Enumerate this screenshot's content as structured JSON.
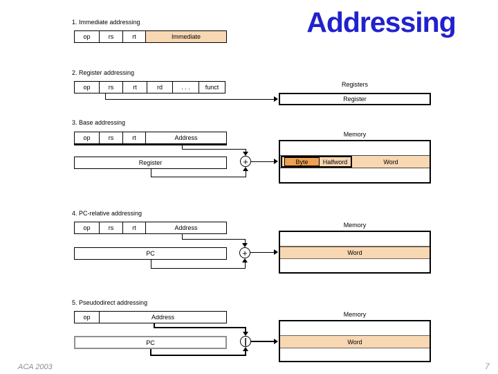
{
  "title": "Addressing",
  "colors": {
    "title_blue": "#2121ce",
    "field_fill_peach": "#f8d7b3",
    "byte_fill_orange": "#efa153"
  },
  "footer": {
    "course": "ACA 2003",
    "page": "7"
  },
  "sections": [
    {
      "label": "1. Immediate addressing",
      "row": {
        "op": "op",
        "rs": "rs",
        "rt": "rt",
        "immediate": "Immediate"
      }
    },
    {
      "label": "2. Register addressing",
      "row": {
        "op": "op",
        "rs": "rs",
        "rt": "rt",
        "rd": "rd",
        "dots": ". . .",
        "funct": "funct"
      },
      "registers_title": "Registers",
      "register_box": "Register"
    },
    {
      "label": "3. Base addressing",
      "row": {
        "op": "op",
        "rs": "rs",
        "rt": "rt",
        "address": "Address"
      },
      "register_box": "Register",
      "operator": "+",
      "memory": {
        "title": "Memory",
        "byte": "Byte",
        "halfword": "Halfword",
        "word": "Word"
      }
    },
    {
      "label": "4. PC-relative addressing",
      "row": {
        "op": "op",
        "rs": "rs",
        "rt": "rt",
        "address": "Address"
      },
      "pc_box": "PC",
      "operator": "+",
      "memory": {
        "title": "Memory",
        "word": "Word"
      }
    },
    {
      "label": "5. Pseudodirect addressing",
      "row": {
        "op": "op",
        "address": "Address"
      },
      "pc_box": "PC",
      "operator": "|",
      "memory": {
        "title": "Memory",
        "word": "Word"
      }
    }
  ]
}
